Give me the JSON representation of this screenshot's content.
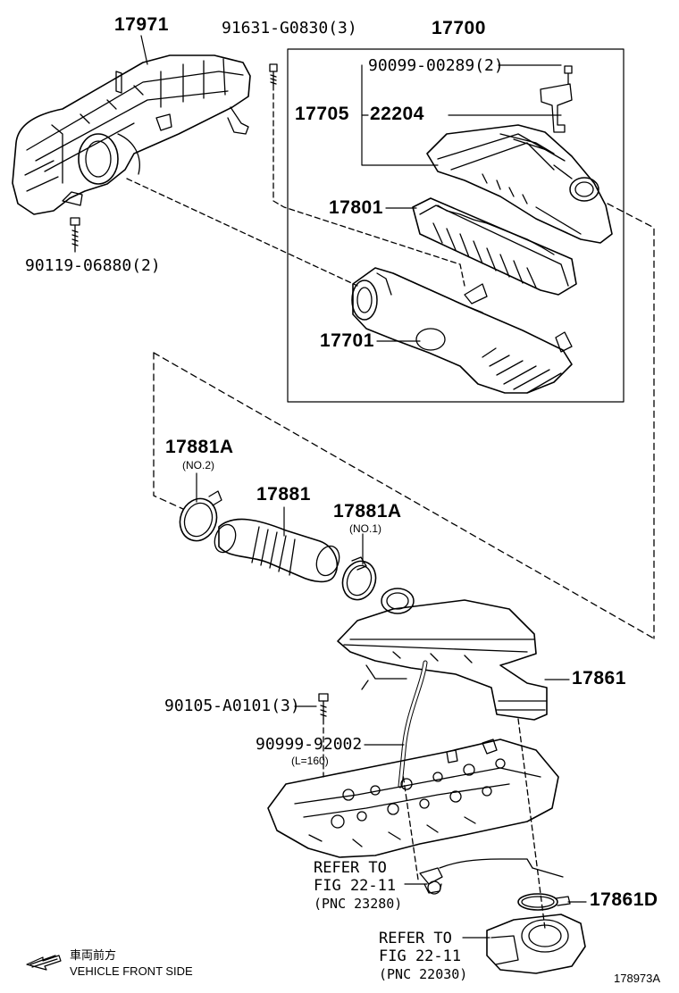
{
  "diagram_id": "178973A",
  "labels": {
    "p17971": "17971",
    "p91631": "91631-G0830(3)",
    "p17700": "17700",
    "p90099_00289": "90099-00289(2)",
    "p17705": "17705",
    "p22204": "22204",
    "p17801": "17801",
    "p17701": "17701",
    "p90119": "90119-06880(2)",
    "p17881A_top": "17881A",
    "p17881A_top_note": "(NO.2)",
    "p17881": "17881",
    "p17881A_mid": "17881A",
    "p17881A_mid_note": "(NO.1)",
    "p17861": "17861",
    "p90105": "90105-A0101(3)",
    "p90999_92002": "90999-92002",
    "p90999_note": "(L=160)",
    "p17861D": "17861D"
  },
  "refs": {
    "ref1_line1": "REFER TO",
    "ref1_line2": "FIG 22-11",
    "ref1_line3": "(PNC 23280)",
    "ref2_line1": "REFER TO",
    "ref2_line2": "FIG 22-11",
    "ref2_line3": "(PNC 22030)"
  },
  "footer": {
    "jp_text": "車両前方",
    "en_text": "VEHICLE FRONT SIDE"
  },
  "icons": [
    "front-direction-arrow-icon"
  ]
}
